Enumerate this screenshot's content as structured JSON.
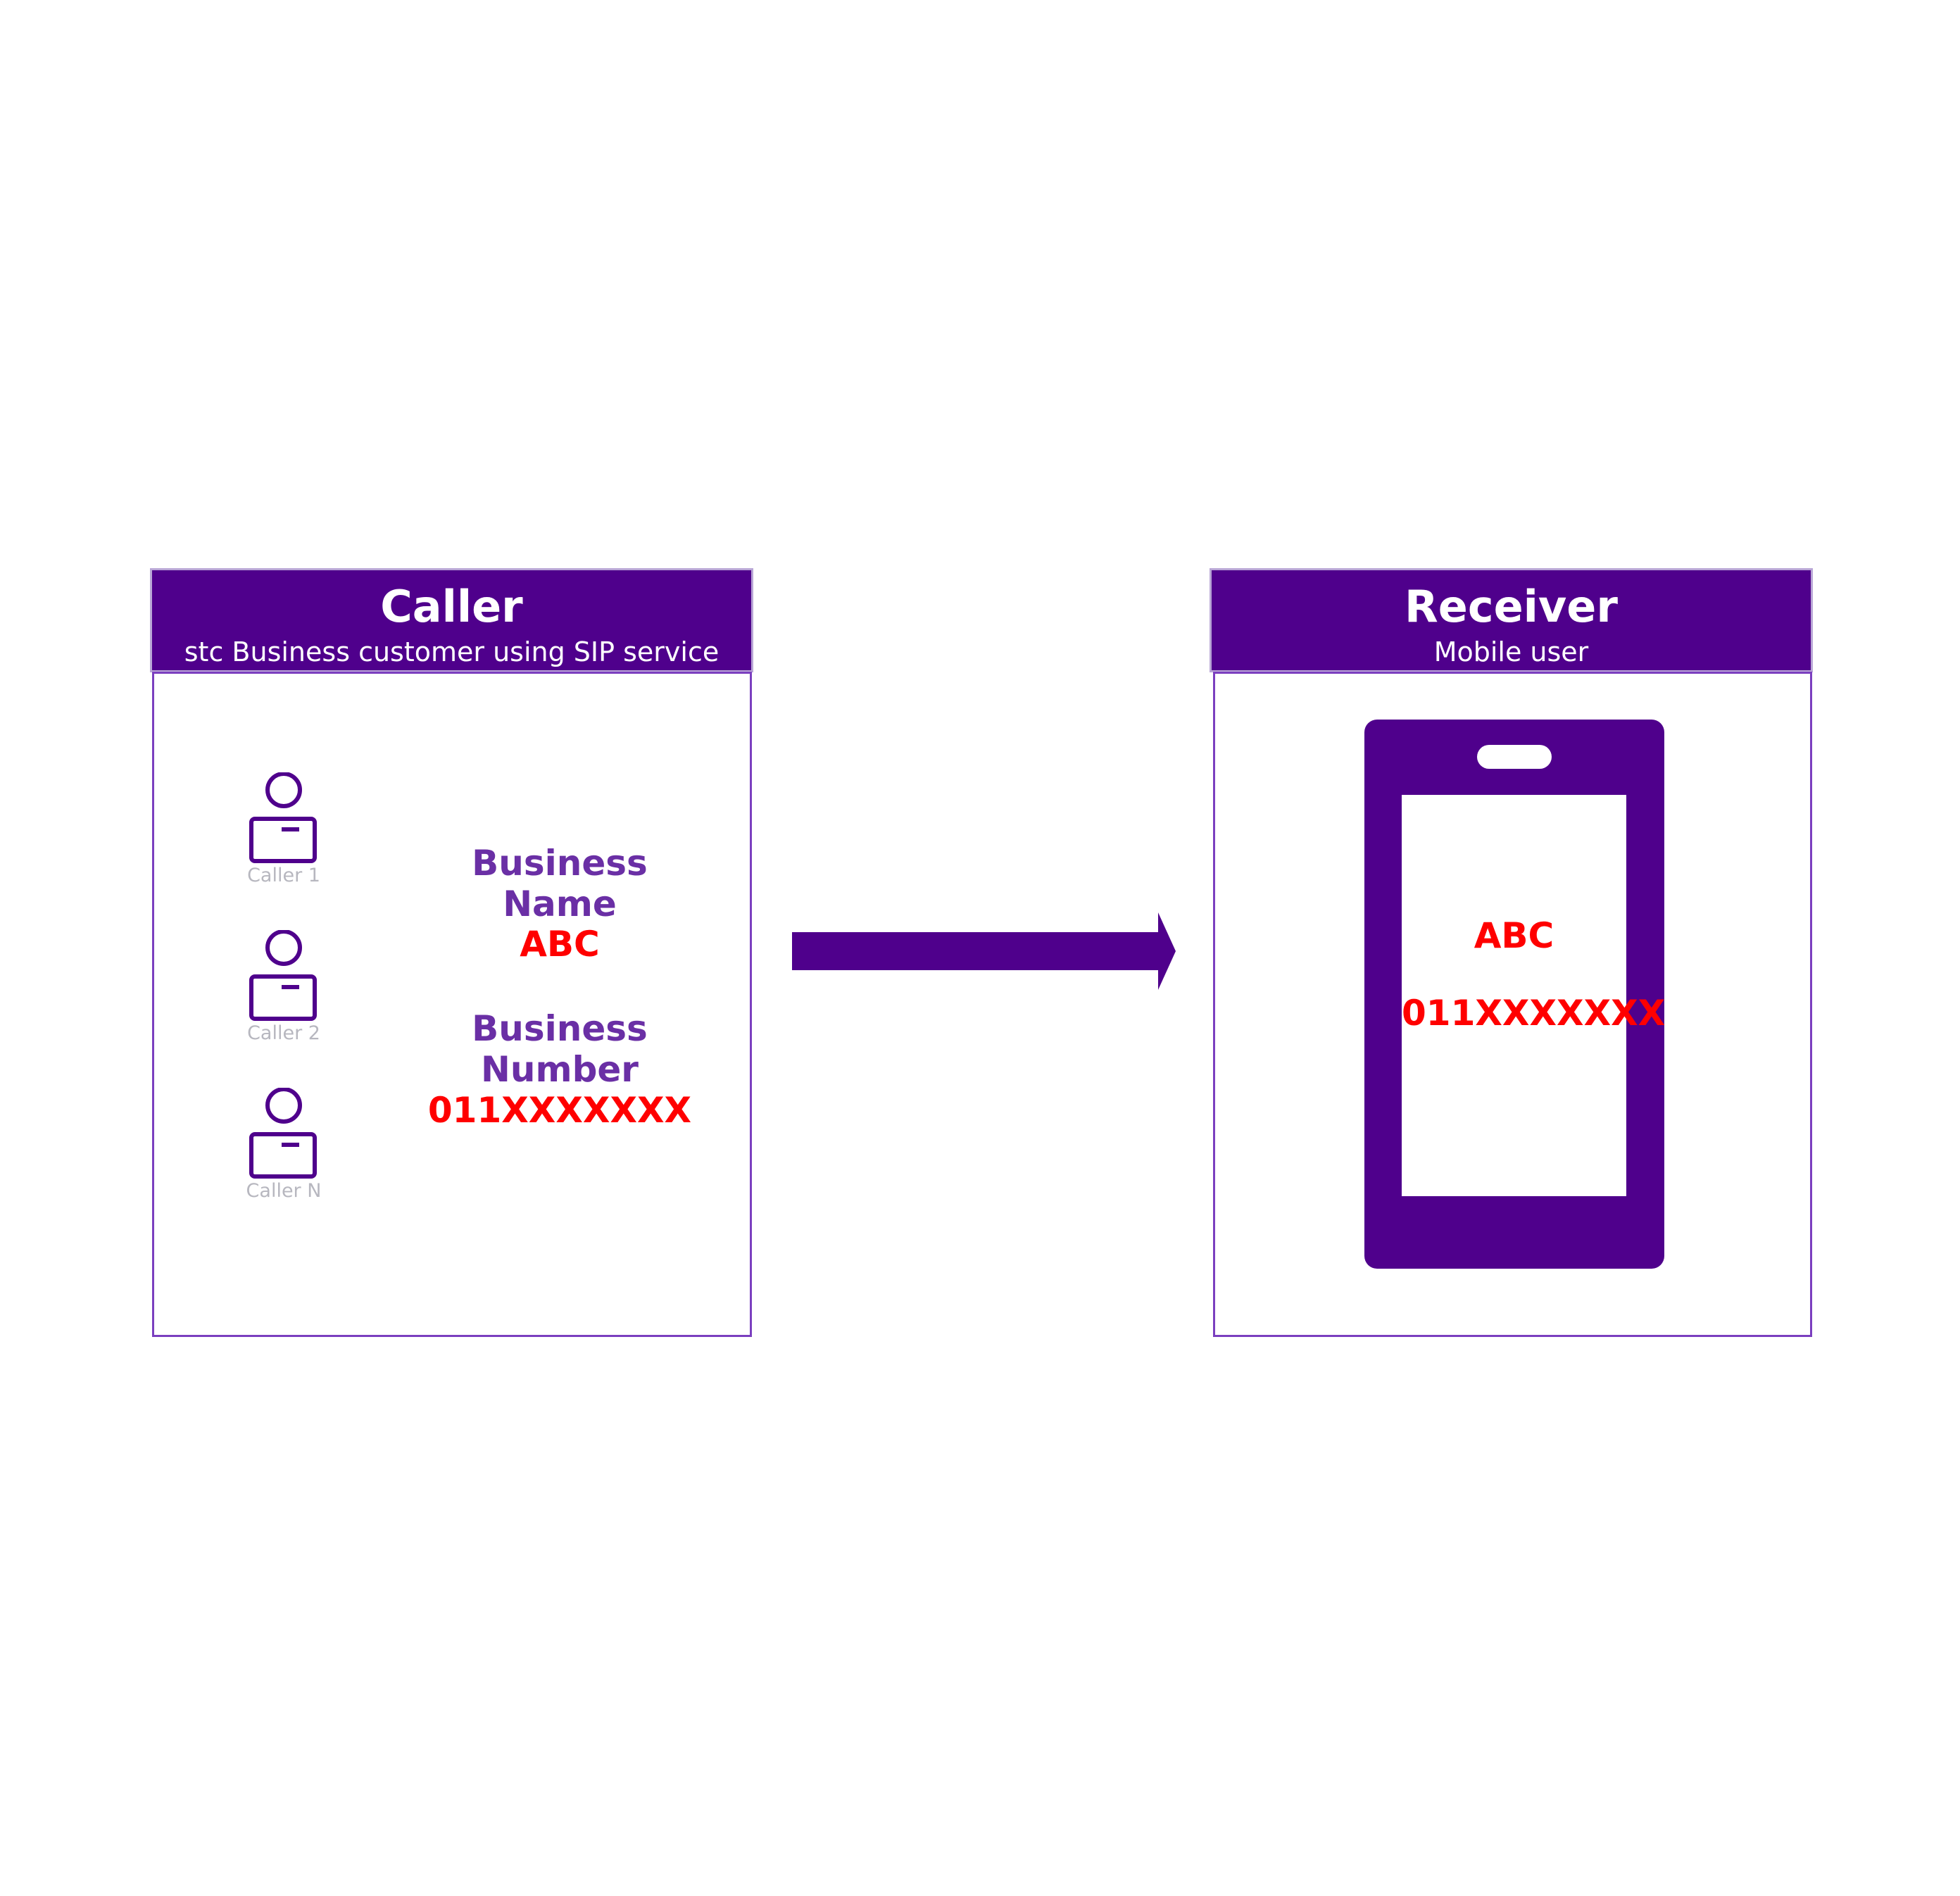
{
  "colors": {
    "primary": "#4f008c",
    "accent_text": "#6a2fa5",
    "highlight": "#ff0000",
    "caller_label": "#b7b7bf"
  },
  "caller_panel": {
    "title": "Caller",
    "subtitle": "stc  Business customer using SIP service",
    "callers": [
      {
        "label": "Caller 1",
        "icon": "user-icon"
      },
      {
        "label": "Caller 2",
        "icon": "user-icon"
      },
      {
        "label": "Caller N",
        "icon": "user-icon"
      }
    ],
    "business_name_label_line1": "Business",
    "business_name_label_line2": "Name",
    "business_name_value": "ABC",
    "business_number_label_line1": "Business",
    "business_number_label_line2": "Number",
    "business_number_value": "011XXXXXXX"
  },
  "receiver_panel": {
    "title": "Receiver",
    "subtitle": "Mobile user",
    "screen_name": "ABC",
    "screen_number": "011XXXXXXX"
  },
  "flow_arrow": {
    "icon": "right-arrow-icon"
  }
}
